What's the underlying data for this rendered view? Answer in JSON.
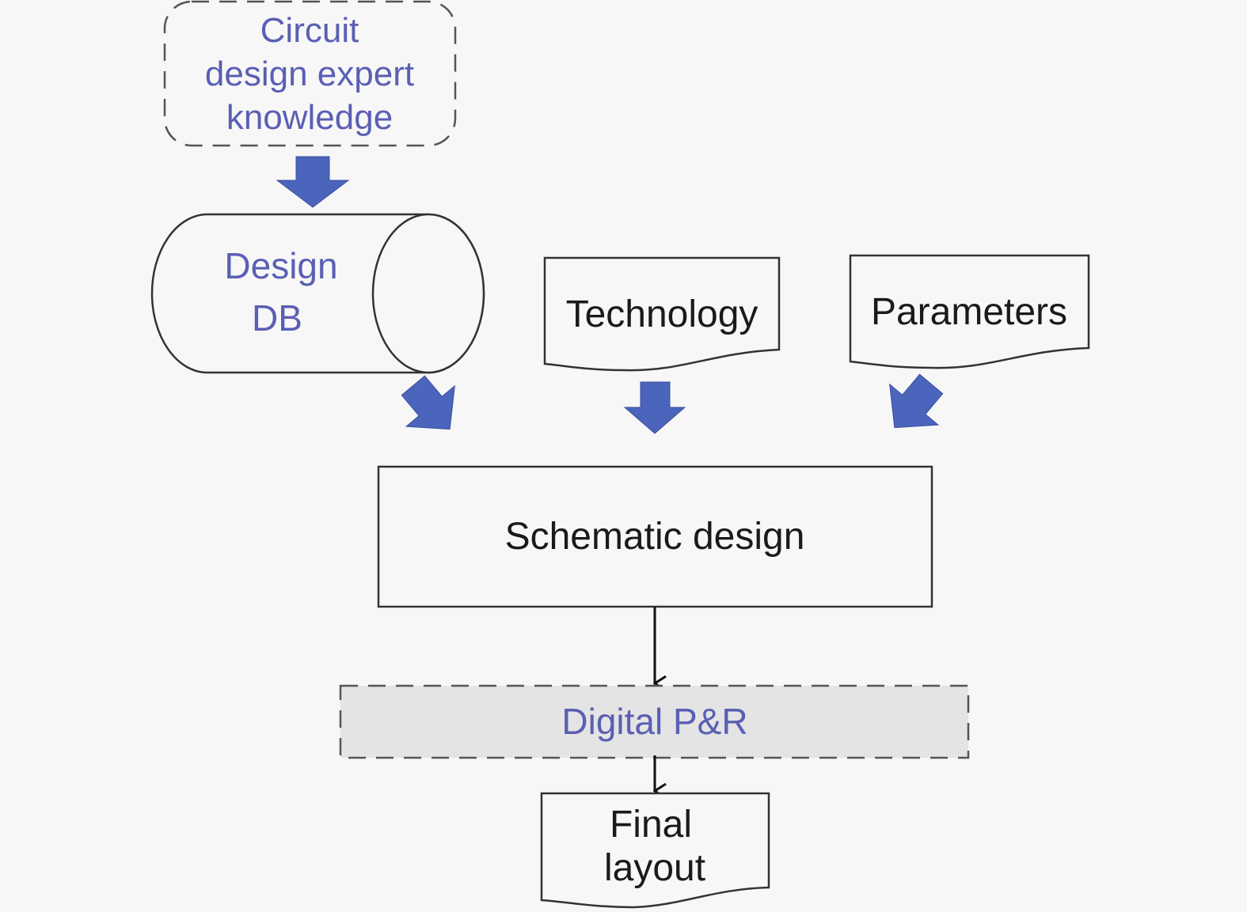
{
  "diagram": {
    "title": "Circuit design flow",
    "colors": {
      "background": "#f7f7f7",
      "accent_arrow": "#4a65bb",
      "blue_text": "#5a5fb4",
      "pr_box_fill": "#e4e4e4"
    },
    "nodes": {
      "expert_knowledge": {
        "shape": "dashed-rounded-rectangle",
        "lines": [
          "Circuit",
          "design expert",
          "knowledge"
        ]
      },
      "design_db": {
        "shape": "cylinder",
        "lines": [
          "Design",
          "DB"
        ]
      },
      "technology": {
        "shape": "document",
        "label": "Technology"
      },
      "parameters": {
        "shape": "document",
        "label": "Parameters"
      },
      "schematic_design": {
        "shape": "rectangle",
        "label": "Schematic design"
      },
      "digital_pr": {
        "shape": "dashed-rectangle",
        "label": "Digital P&R"
      },
      "final_layout": {
        "shape": "document",
        "lines": [
          "Final",
          "layout"
        ]
      }
    },
    "edges": [
      {
        "from": "expert_knowledge",
        "to": "design_db",
        "style": "block-arrow"
      },
      {
        "from": "design_db",
        "to": "schematic_design",
        "style": "block-arrow"
      },
      {
        "from": "technology",
        "to": "schematic_design",
        "style": "block-arrow"
      },
      {
        "from": "parameters",
        "to": "schematic_design",
        "style": "block-arrow"
      },
      {
        "from": "schematic_design",
        "to": "digital_pr",
        "style": "line-arrow"
      },
      {
        "from": "digital_pr",
        "to": "final_layout",
        "style": "line-arrow"
      }
    ]
  }
}
